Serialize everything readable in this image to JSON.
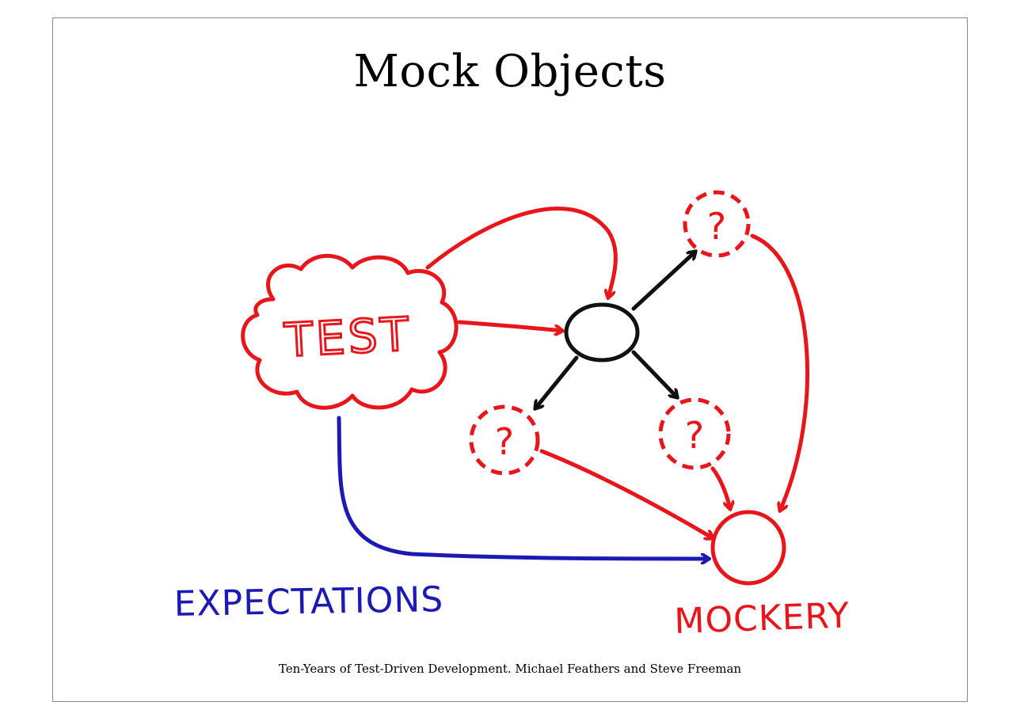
{
  "slide": {
    "title": "Mock Objects",
    "caption": "Ten-Years of Test-Driven Development. Michael Feathers and Steve Freeman"
  },
  "diagram": {
    "test_label": "TEST",
    "unknown_label": "?",
    "expectations_label": "EXPECTATIONS",
    "mockery_label": "MOCKERY",
    "colors": {
      "red": "#e8151b",
      "black": "#111111",
      "blue": "#1c1ab5"
    }
  }
}
